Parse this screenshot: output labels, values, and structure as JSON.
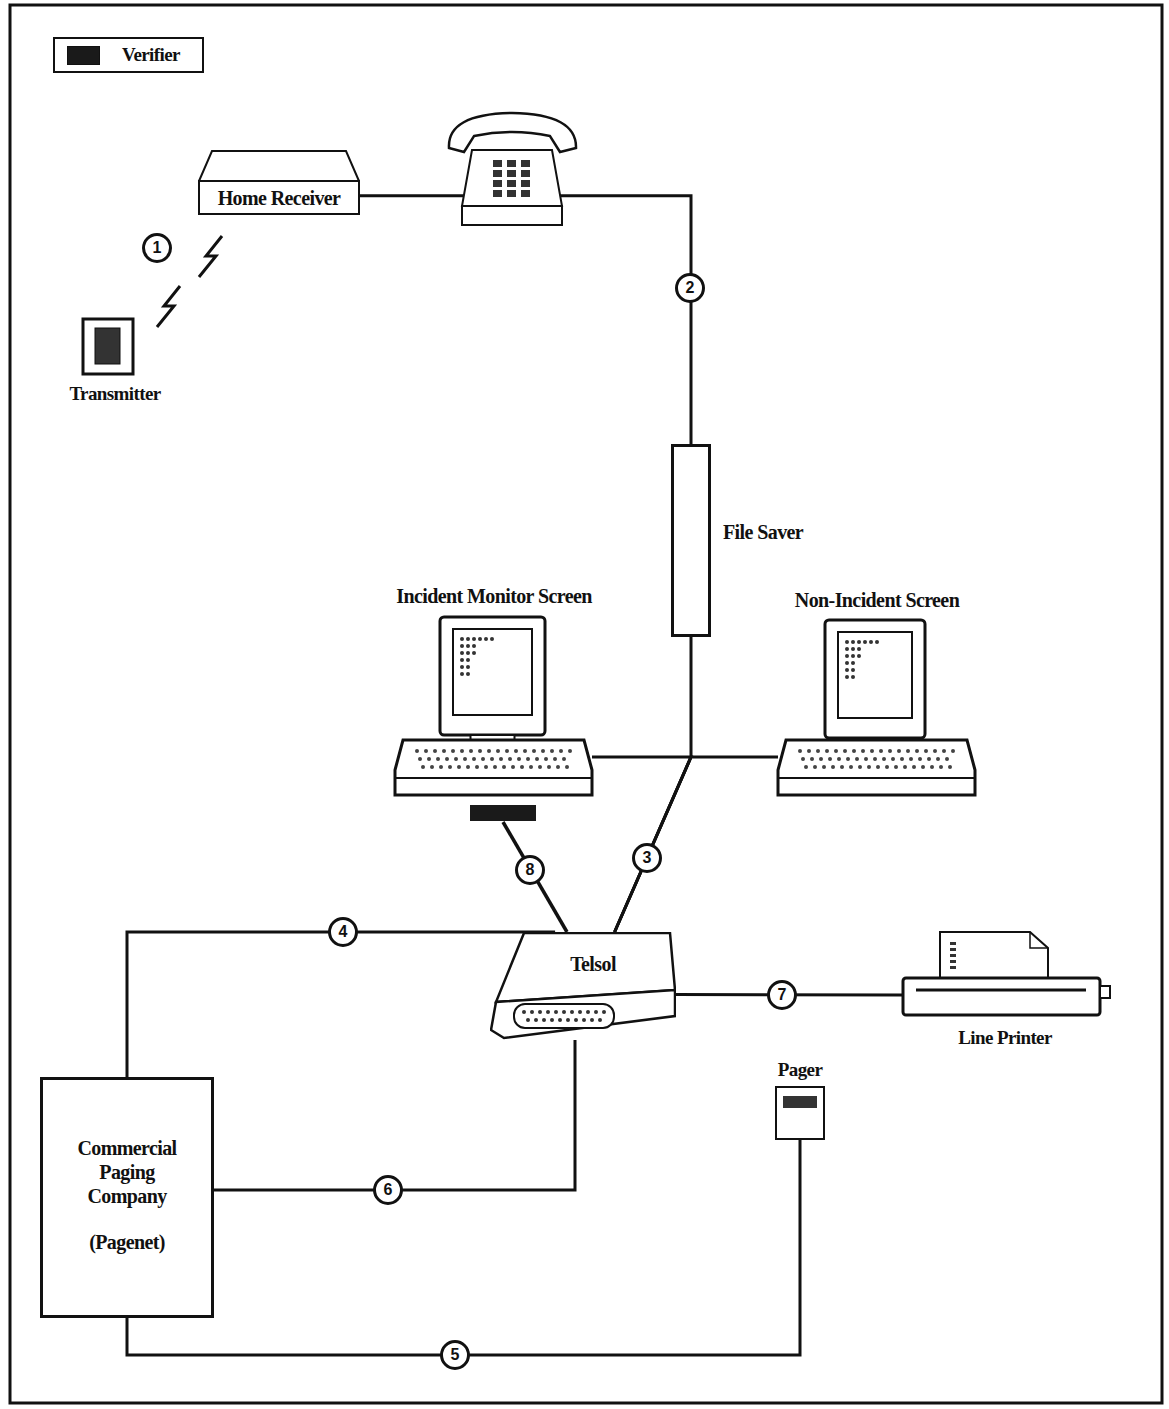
{
  "diagram": {
    "nodes": [
      {
        "text": [
          "Transmitter"
        ]
      },
      {
        "text": [
          "Home Receiver"
        ]
      },
      {
        "text": [
          "File Saver"
        ]
      },
      {
        "text": [
          "Incident Monitor Screen"
        ]
      },
      {
        "text": [
          "Non-Incident Screen"
        ]
      },
      {
        "text": [
          "Telsol"
        ]
      },
      {
        "text": [
          "Commercial Paging Company",
          "(Pagenet)"
        ]
      },
      {
        "text": [
          "Line Printer"
        ]
      },
      {
        "text": [
          "Pager"
        ]
      }
    ],
    "edges": [
      {
        "from": 1,
        "to": 2,
        "label": "2",
        "arrow": "none"
      },
      {
        "from": 2,
        "to": 5,
        "label": "3",
        "arrow": "none"
      },
      {
        "from": 3,
        "to": 5,
        "arrow": "none"
      },
      {
        "from": 4,
        "to": 5,
        "arrow": "none"
      },
      {
        "from": 5,
        "to": 6,
        "label": "4",
        "arrow": "none"
      },
      {
        "from": 6,
        "to": 8,
        "label": "5",
        "arrow": "none"
      },
      {
        "from": 5,
        "to": 6,
        "label": "6",
        "arrow": "none"
      },
      {
        "from": 5,
        "to": 7,
        "label": "7",
        "arrow": "none"
      }
    ],
    "labels": [
      "1",
      "8"
    ],
    "legend": [
      {
        "text": "Verifier",
        "color": "#1a1a1a"
      }
    ]
  }
}
